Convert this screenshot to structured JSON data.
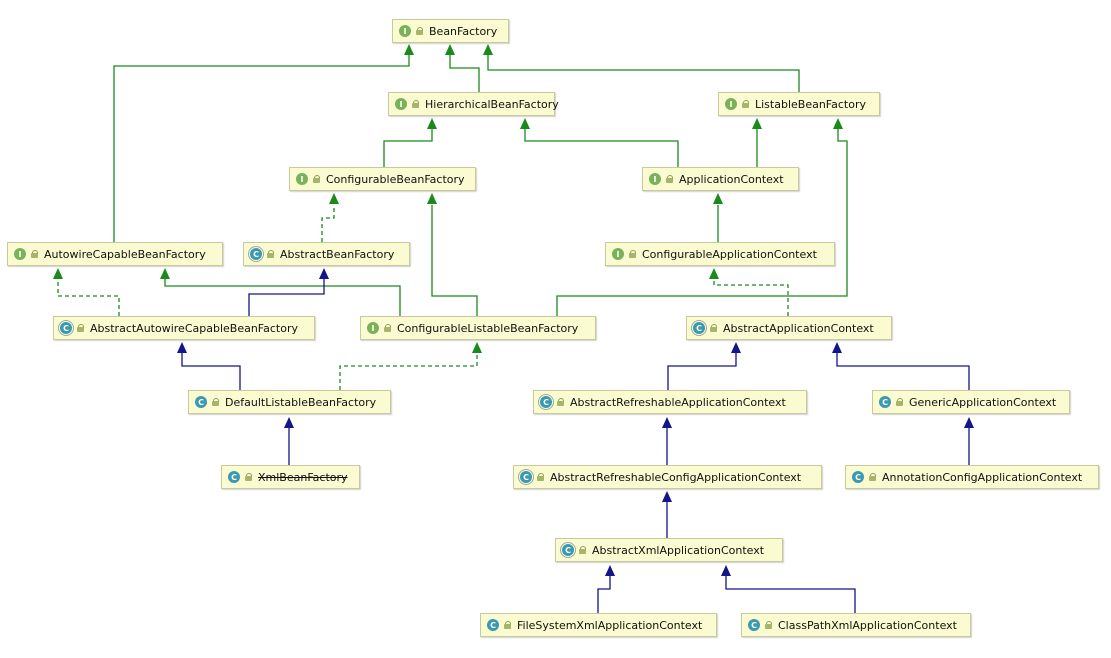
{
  "nodes": [
    {
      "id": "BeanFactory",
      "label": "BeanFactory",
      "kind": "interface",
      "badge": "I"
    },
    {
      "id": "HierarchicalBeanFactory",
      "label": "HierarchicalBeanFactory",
      "kind": "interface",
      "badge": "I"
    },
    {
      "id": "ListableBeanFactory",
      "label": "ListableBeanFactory",
      "kind": "interface",
      "badge": "I"
    },
    {
      "id": "ConfigurableBeanFactory",
      "label": "ConfigurableBeanFactory",
      "kind": "interface",
      "badge": "I"
    },
    {
      "id": "ApplicationContext",
      "label": "ApplicationContext",
      "kind": "interface",
      "badge": "I"
    },
    {
      "id": "AutowireCapableBeanFactory",
      "label": "AutowireCapableBeanFactory",
      "kind": "interface",
      "badge": "I"
    },
    {
      "id": "AbstractBeanFactory",
      "label": "AbstractBeanFactory",
      "kind": "abstract",
      "badge": "C"
    },
    {
      "id": "ConfigurableApplicationContext",
      "label": "ConfigurableApplicationContext",
      "kind": "interface",
      "badge": "I"
    },
    {
      "id": "AbstractAutowireCapableBeanFactory",
      "label": "AbstractAutowireCapableBeanFactory",
      "kind": "abstract",
      "badge": "C"
    },
    {
      "id": "ConfigurableListableBeanFactory",
      "label": "ConfigurableListableBeanFactory",
      "kind": "interface",
      "badge": "I"
    },
    {
      "id": "AbstractApplicationContext",
      "label": "AbstractApplicationContext",
      "kind": "abstract",
      "badge": "C"
    },
    {
      "id": "DefaultListableBeanFactory",
      "label": "DefaultListableBeanFactory",
      "kind": "class",
      "badge": "C"
    },
    {
      "id": "AbstractRefreshableApplicationContext",
      "label": "AbstractRefreshableApplicationContext",
      "kind": "abstract",
      "badge": "C"
    },
    {
      "id": "GenericApplicationContext",
      "label": "GenericApplicationContext",
      "kind": "class",
      "badge": "C"
    },
    {
      "id": "XmlBeanFactory",
      "label": "XmlBeanFactory",
      "kind": "class",
      "badge": "C",
      "deprecated": true
    },
    {
      "id": "AbstractRefreshableConfigApplicationContext",
      "label": "AbstractRefreshableConfigApplicationContext",
      "kind": "abstract",
      "badge": "C"
    },
    {
      "id": "AnnotationConfigApplicationContext",
      "label": "AnnotationConfigApplicationContext",
      "kind": "class",
      "badge": "C"
    },
    {
      "id": "AbstractXmlApplicationContext",
      "label": "AbstractXmlApplicationContext",
      "kind": "abstract",
      "badge": "C"
    },
    {
      "id": "FileSystemXmlApplicationContext",
      "label": "FileSystemXmlApplicationContext",
      "kind": "class",
      "badge": "C"
    },
    {
      "id": "ClassPathXmlApplicationContext",
      "label": "ClassPathXmlApplicationContext",
      "kind": "class",
      "badge": "C"
    }
  ],
  "edges": [
    {
      "from": "HierarchicalBeanFactory",
      "to": "BeanFactory",
      "type": "extends-interface"
    },
    {
      "from": "ListableBeanFactory",
      "to": "BeanFactory",
      "type": "extends-interface"
    },
    {
      "from": "AutowireCapableBeanFactory",
      "to": "BeanFactory",
      "type": "extends-interface"
    },
    {
      "from": "ConfigurableBeanFactory",
      "to": "HierarchicalBeanFactory",
      "type": "extends-interface"
    },
    {
      "from": "ApplicationContext",
      "to": "HierarchicalBeanFactory",
      "type": "extends-interface"
    },
    {
      "from": "ApplicationContext",
      "to": "ListableBeanFactory",
      "type": "extends-interface"
    },
    {
      "from": "ConfigurableApplicationContext",
      "to": "ApplicationContext",
      "type": "extends-interface"
    },
    {
      "from": "AbstractBeanFactory",
      "to": "ConfigurableBeanFactory",
      "type": "implements"
    },
    {
      "from": "ConfigurableListableBeanFactory",
      "to": "ConfigurableBeanFactory",
      "type": "extends-interface"
    },
    {
      "from": "ConfigurableListableBeanFactory",
      "to": "ListableBeanFactory",
      "type": "extends-interface"
    },
    {
      "from": "ConfigurableListableBeanFactory",
      "to": "AutowireCapableBeanFactory",
      "type": "extends-interface"
    },
    {
      "from": "AbstractAutowireCapableBeanFactory",
      "to": "AutowireCapableBeanFactory",
      "type": "implements"
    },
    {
      "from": "AbstractAutowireCapableBeanFactory",
      "to": "AbstractBeanFactory",
      "type": "extends-class"
    },
    {
      "from": "AbstractApplicationContext",
      "to": "ConfigurableApplicationContext",
      "type": "implements"
    },
    {
      "from": "DefaultListableBeanFactory",
      "to": "AbstractAutowireCapableBeanFactory",
      "type": "extends-class"
    },
    {
      "from": "DefaultListableBeanFactory",
      "to": "ConfigurableListableBeanFactory",
      "type": "implements"
    },
    {
      "from": "XmlBeanFactory",
      "to": "DefaultListableBeanFactory",
      "type": "extends-class"
    },
    {
      "from": "AbstractRefreshableApplicationContext",
      "to": "AbstractApplicationContext",
      "type": "extends-class"
    },
    {
      "from": "GenericApplicationContext",
      "to": "AbstractApplicationContext",
      "type": "extends-class"
    },
    {
      "from": "AbstractRefreshableConfigApplicationContext",
      "to": "AbstractRefreshableApplicationContext",
      "type": "extends-class"
    },
    {
      "from": "AnnotationConfigApplicationContext",
      "to": "GenericApplicationContext",
      "type": "extends-class"
    },
    {
      "from": "AbstractXmlApplicationContext",
      "to": "AbstractRefreshableConfigApplicationContext",
      "type": "extends-class"
    },
    {
      "from": "FileSystemXmlApplicationContext",
      "to": "AbstractXmlApplicationContext",
      "type": "extends-class"
    },
    {
      "from": "ClassPathXmlApplicationContext",
      "to": "AbstractXmlApplicationContext",
      "type": "extends-class"
    }
  ],
  "colors": {
    "extends_interface": "#1a8a1a",
    "implements": "#1a8a1a",
    "extends_class": "#14148c",
    "node_fill": "#fbfbd1",
    "interface_badge": "#79b25a",
    "class_badge": "#3b9ab2"
  }
}
